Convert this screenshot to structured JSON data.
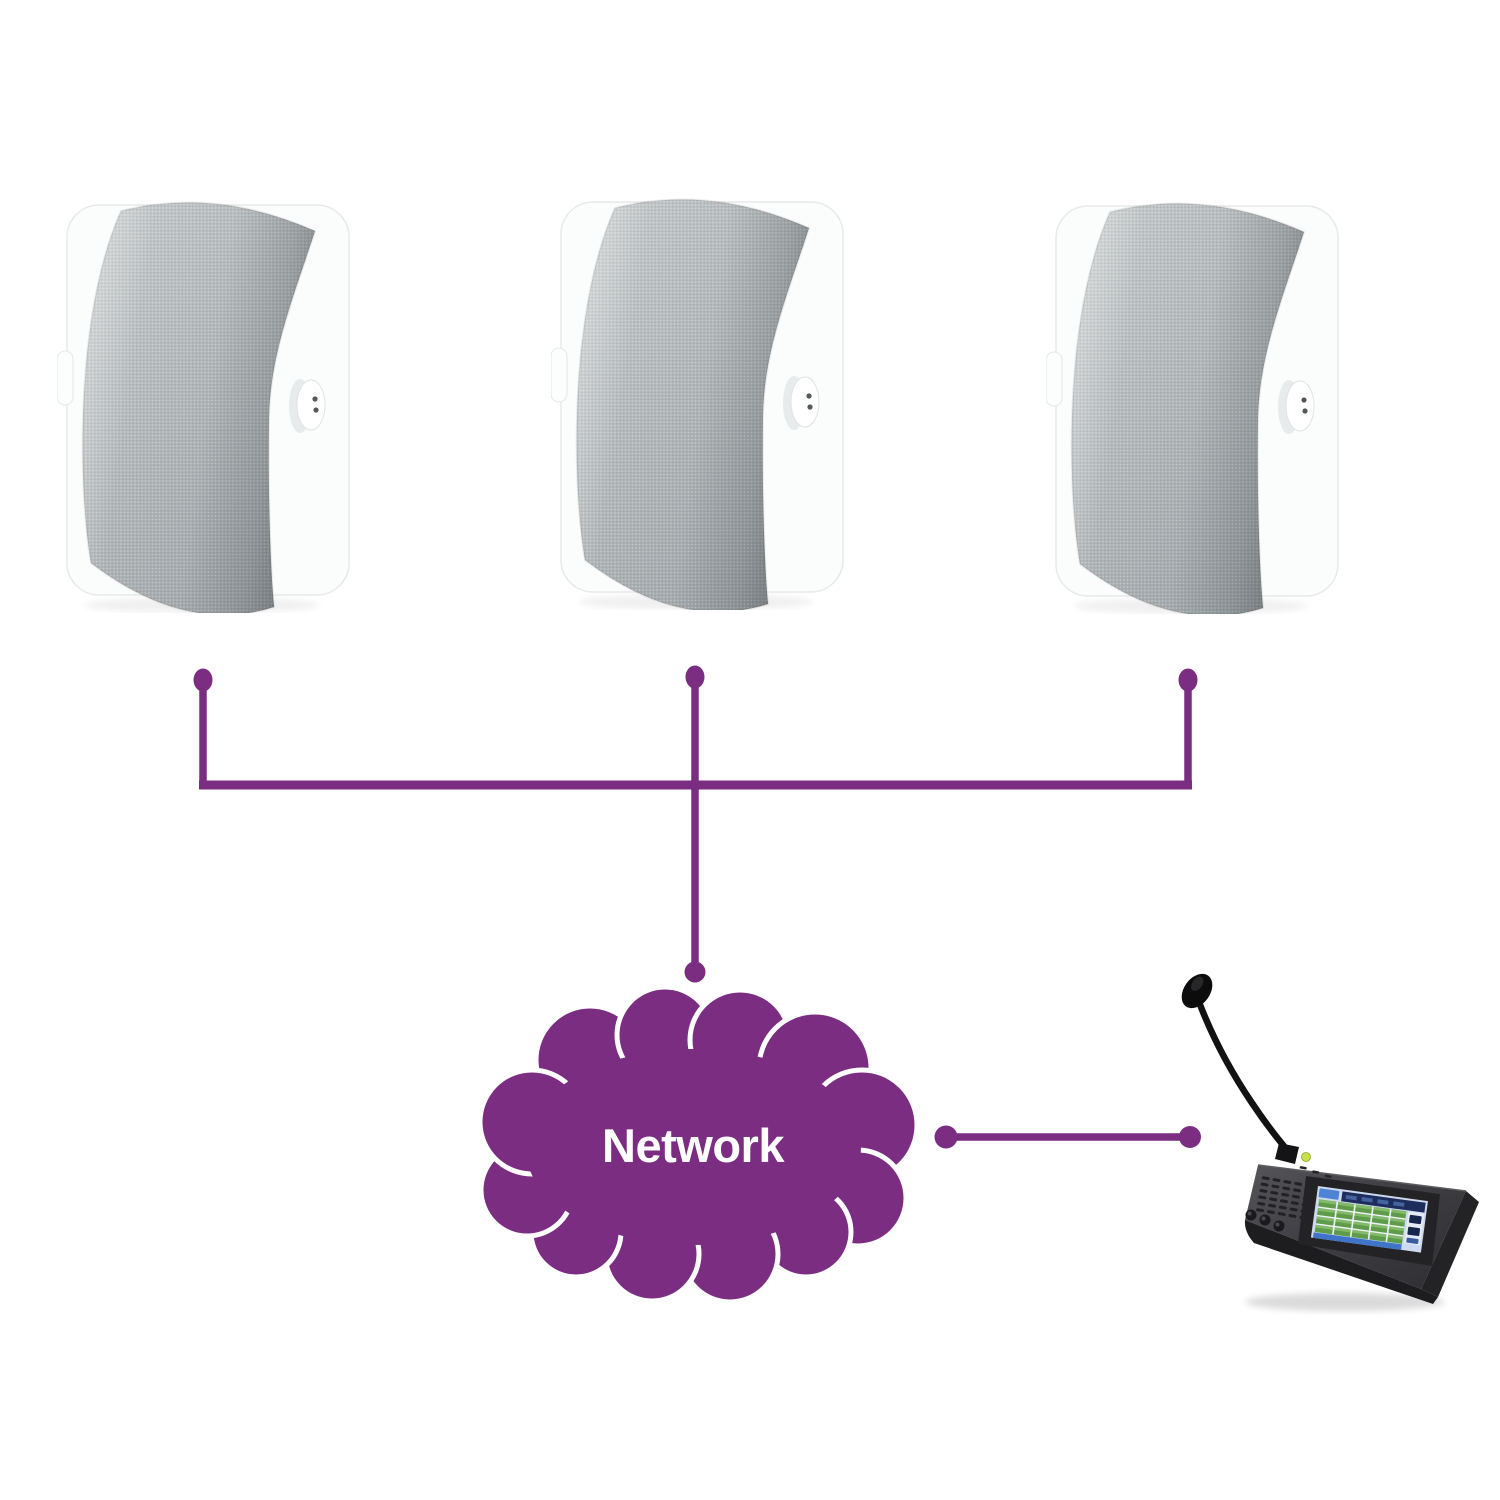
{
  "cloud": {
    "label": "Network"
  },
  "colors": {
    "purple": "#7b2d81",
    "background": "#ffffff",
    "speaker_grille": "#b0b5b7",
    "speaker_body": "#fbfcfc",
    "console_body": "#39393d",
    "console_screen_bg": "#cdd9ee",
    "console_screen_button": "#5f9c4a",
    "status_led": "#c8e04a"
  },
  "devices": {
    "speakers": [
      {
        "id": "wall-speaker-1",
        "type": "wall-mount-loudspeaker"
      },
      {
        "id": "wall-speaker-2",
        "type": "wall-mount-loudspeaker"
      },
      {
        "id": "wall-speaker-3",
        "type": "wall-mount-loudspeaker"
      }
    ],
    "console": {
      "id": "paging-console",
      "type": "gooseneck-microphone-call-station"
    }
  }
}
